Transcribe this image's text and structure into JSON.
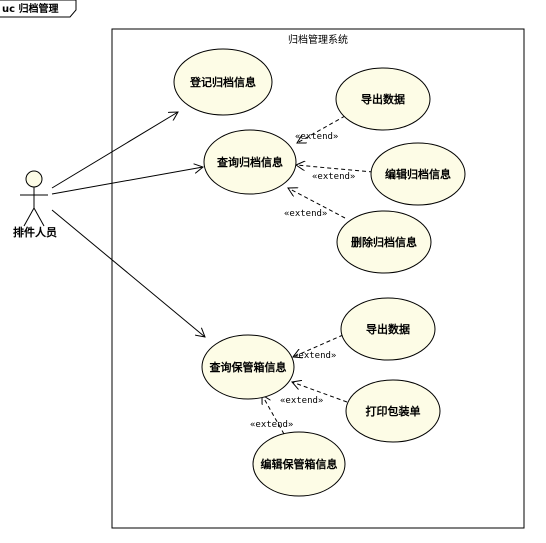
{
  "frame": {
    "label": "uc 归档管理"
  },
  "system": {
    "title": "归档管理系统"
  },
  "actor": {
    "name": "排件人员"
  },
  "use_cases": {
    "register": "登记归档信息",
    "query_archive": "查询归档信息",
    "export1": "导出数据",
    "edit_archive": "编辑归档信息",
    "delete_archive": "删除归档信息",
    "query_box": "查询保管箱信息",
    "export2": "导出数据",
    "print": "打印包装单",
    "edit_box": "编辑保管箱信息"
  },
  "extend_label": "«extend»"
}
